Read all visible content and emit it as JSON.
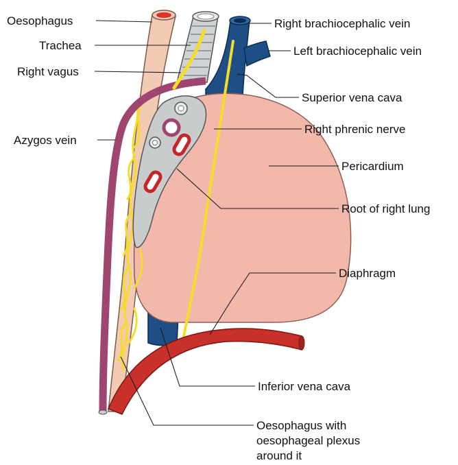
{
  "labels": {
    "oesophagus": "Oesophagus",
    "trachea": "Trachea",
    "right_vagus": "Right vagus",
    "azygos_vein": "Azygos vein",
    "right_brachiocephalic_vein": "Right brachiocephalic vein",
    "left_brachiocephalic_vein": "Left brachiocephalic vein",
    "superior_vena_cava": "Superior vena cava",
    "right_phrenic_nerve": "Right phrenic nerve",
    "pericardium": "Pericardium",
    "root_of_right_lung": "Root of right lung",
    "diaphragm": "Diaphragm",
    "inferior_vena_cava": "Inferior vena cava",
    "oesophagus_plexus_line1": "Oesophagus with",
    "oesophagus_plexus_line2": "oesophageal plexus",
    "oesophagus_plexus_line3": "around it"
  },
  "colors": {
    "oesophagus": "#f3cbb4",
    "trachea": "#cfd3d6",
    "vena_cava": "#1d4f86",
    "azygos": "#9e4570",
    "nerve": "#f3dc2a",
    "pericardium": "#f2b8ac",
    "lung_root": "#c9cccd",
    "diaphragm": "#c9302a",
    "artery_ring": "#c6262a"
  }
}
